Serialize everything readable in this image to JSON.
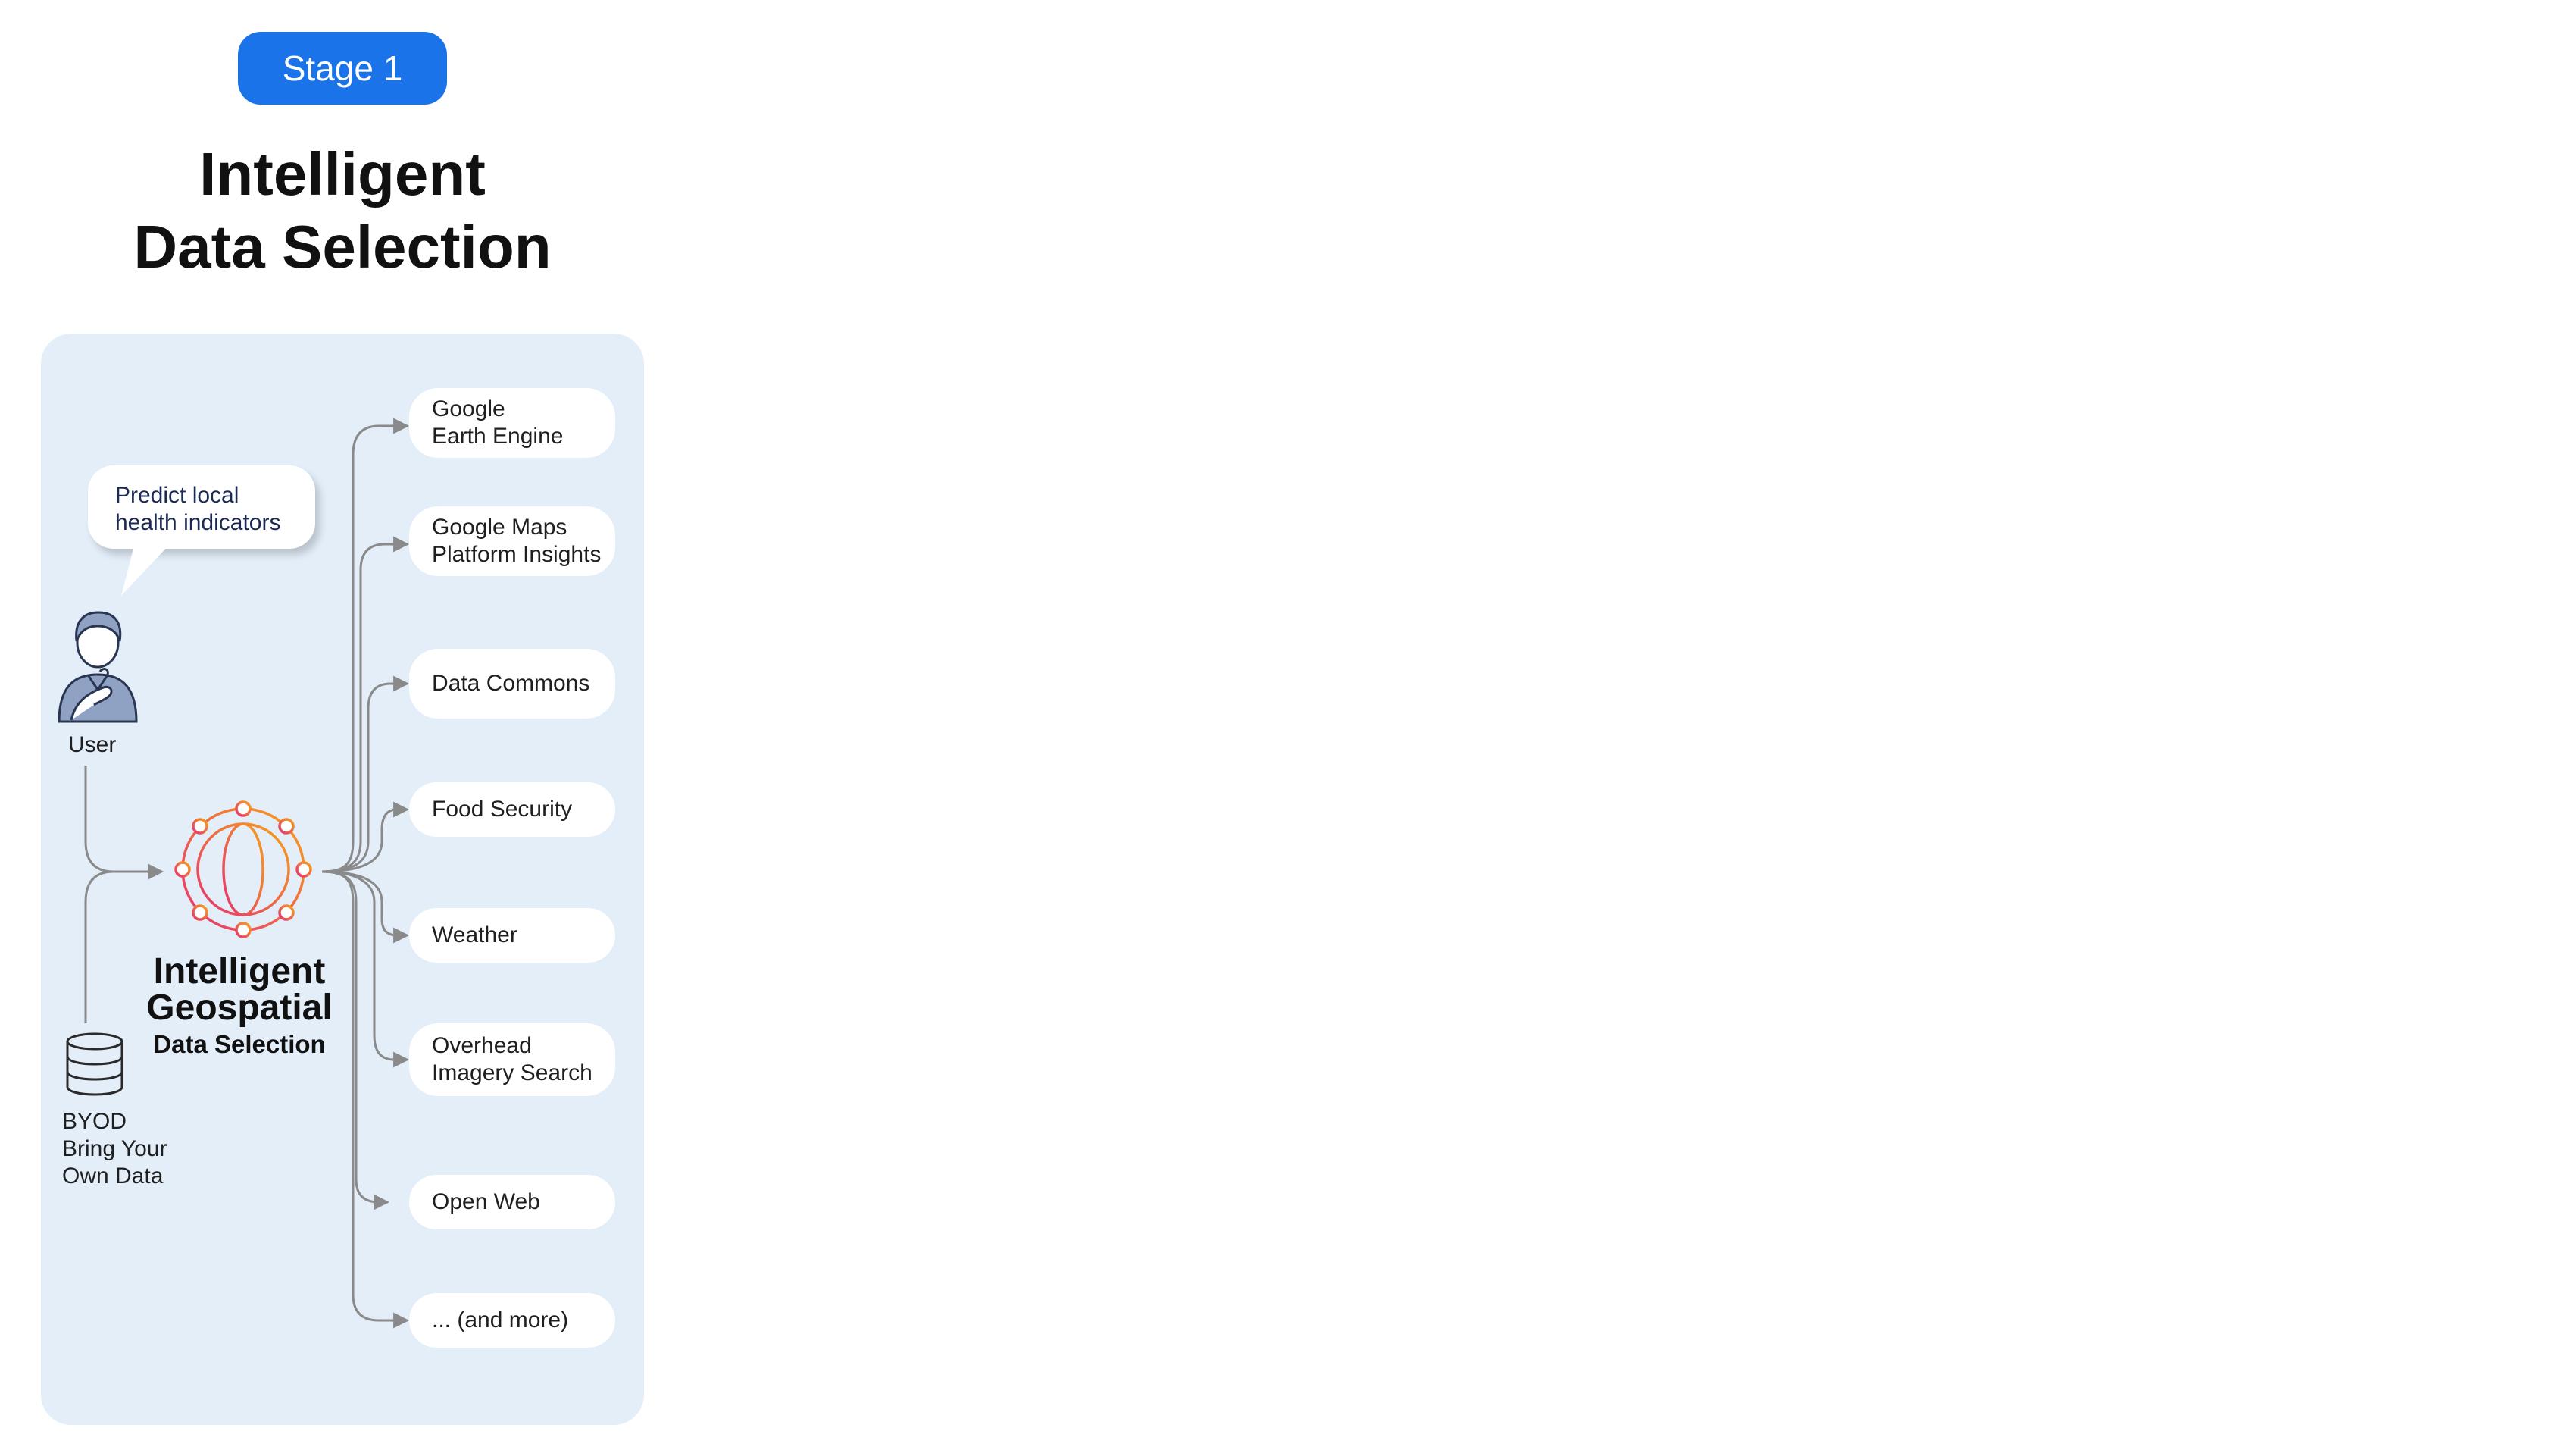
{
  "stage": {
    "label": "Stage 1"
  },
  "title": {
    "line1": "Intelligent",
    "line2": "Data Selection"
  },
  "user": {
    "bubble_line1": "Predict local",
    "bubble_line2": "health indicators",
    "label": "User",
    "icon": "thinking-person-icon"
  },
  "byod": {
    "icon": "database-icon",
    "line1": "BYOD",
    "line2": "Bring Your",
    "line3": "Own Data"
  },
  "hub": {
    "icon": "geospatial-globe-icon",
    "line1": "Intelligent",
    "line2": "Geospatial",
    "line3": "Data Selection"
  },
  "sources": [
    {
      "line1": "Google",
      "line2": "Earth Engine"
    },
    {
      "line1": "Google Maps",
      "line2": "Platform Insights"
    },
    {
      "line1": "Data Commons"
    },
    {
      "line1": "Food Security"
    },
    {
      "line1": "Weather"
    },
    {
      "line1": "Overhead",
      "line2": "Imagery Search"
    },
    {
      "line1": "Open Web"
    },
    {
      "line1": "... (and more)"
    }
  ],
  "colors": {
    "badge": "#1a73e8",
    "panel": "#e3eef9",
    "connector": "#8a8a8a",
    "bubble_text": "#1a2a55",
    "globe_gradient_start": "#f6a11a",
    "globe_gradient_end": "#e8336f"
  }
}
